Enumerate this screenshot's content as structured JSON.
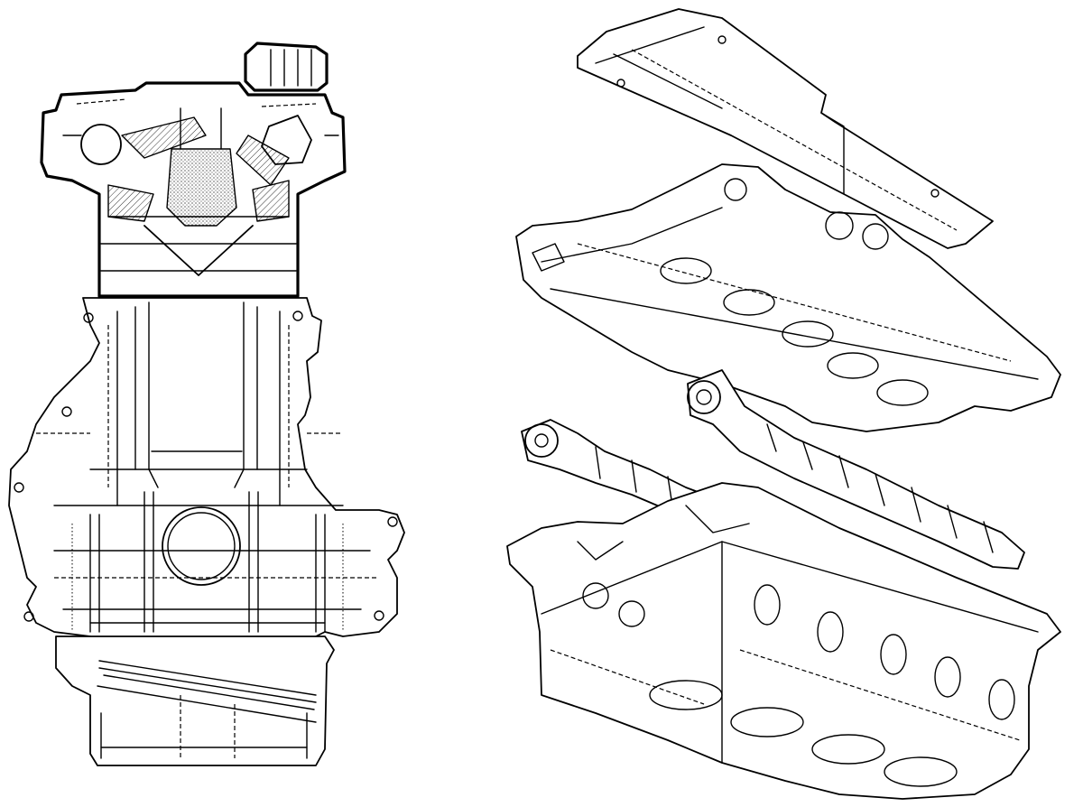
{
  "figure": {
    "background": "#ffffff",
    "stroke_color": "#000000",
    "panels": [
      {
        "id": "left",
        "content": "engine-block-front-view-with-cylinder-head-section"
      },
      {
        "id": "right",
        "content": "exploded-cylinder-head-assembly"
      }
    ],
    "components": [
      "cylinder-head-section",
      "oil-filler-cap",
      "engine-block",
      "crankshaft-opening",
      "oil-pan",
      "cam-cover",
      "camshaft-carrier",
      "camshaft",
      "camshaft",
      "cylinder-head"
    ]
  }
}
